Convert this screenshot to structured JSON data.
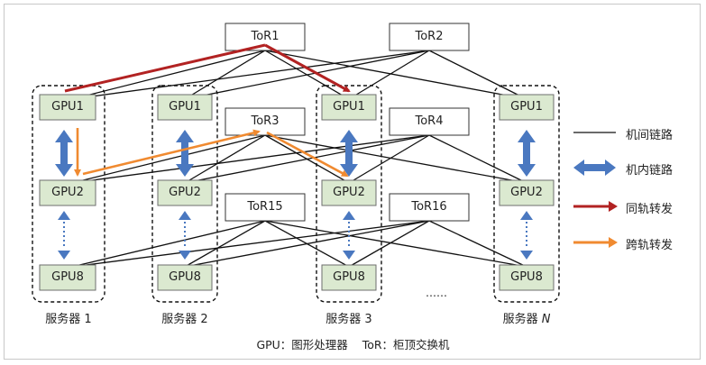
{
  "diagram": {
    "tors": [
      {
        "id": "tor1",
        "label": "ToR1"
      },
      {
        "id": "tor2",
        "label": "ToR2"
      },
      {
        "id": "tor3",
        "label": "ToR3"
      },
      {
        "id": "tor4",
        "label": "ToR4"
      },
      {
        "id": "tor15",
        "label": "ToR15"
      },
      {
        "id": "tor16",
        "label": "ToR16"
      }
    ],
    "servers": [
      {
        "label": "服务器 1",
        "gpus": [
          "GPU1",
          "GPU2",
          "GPU8"
        ]
      },
      {
        "label": "服务器 2",
        "gpus": [
          "GPU1",
          "GPU2",
          "GPU8"
        ]
      },
      {
        "label": "服务器 3",
        "gpus": [
          "GPU1",
          "GPU2",
          "GPU8"
        ]
      },
      {
        "label_prefix": "服务器 ",
        "label_suffix": "N",
        "gpus": [
          "GPU1",
          "GPU2",
          "GPU8"
        ]
      }
    ],
    "ellipsis": "……",
    "legend": [
      {
        "label": "机间链路",
        "color": "#000000"
      },
      {
        "label": "机内链路",
        "color": "#4a78c0"
      },
      {
        "label": "同轨转发",
        "color": "#b22222"
      },
      {
        "label": "跨轨转发",
        "color": "#f08a30"
      }
    ],
    "caption": "GPU：图形处理器    ToR：柜顶交换机",
    "colors": {
      "gpu_fill": "#dbe9d0",
      "gpu_border": "#6e6e6e",
      "link": "#111111",
      "intra": "#4a78c0",
      "same_rail": "#b22222",
      "cross_rail": "#f08a30"
    }
  }
}
